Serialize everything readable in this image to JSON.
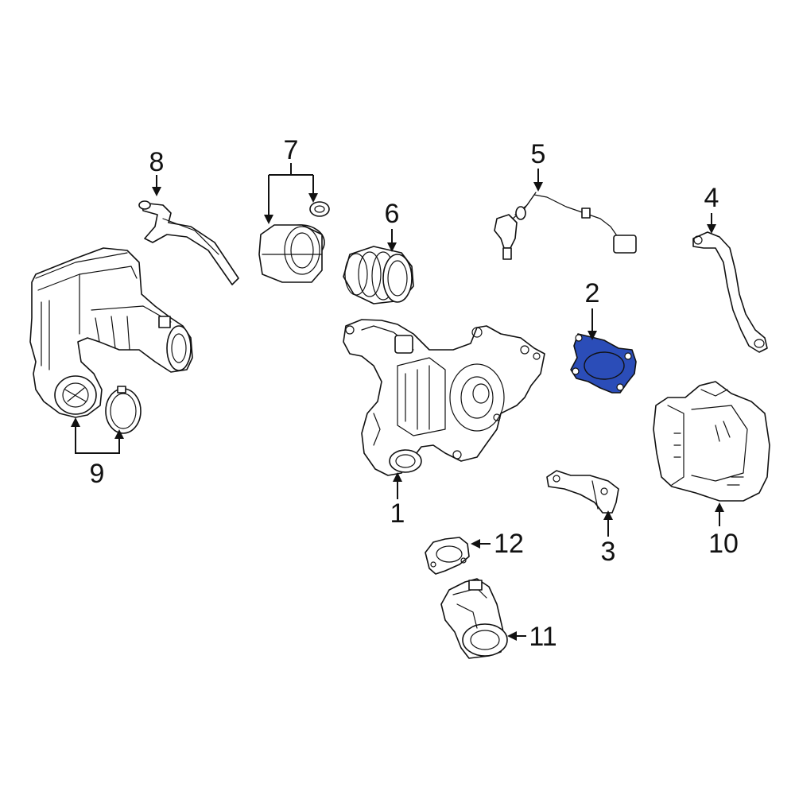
{
  "diagram": {
    "highlight_color": "#2b4db8",
    "outline_color": "#111111",
    "background_color": "#ffffff",
    "highlighted_part": "2",
    "callouts": [
      {
        "id": "c1",
        "label": "1"
      },
      {
        "id": "c2",
        "label": "2"
      },
      {
        "id": "c3",
        "label": "3"
      },
      {
        "id": "c4",
        "label": "4"
      },
      {
        "id": "c5",
        "label": "5"
      },
      {
        "id": "c6",
        "label": "6"
      },
      {
        "id": "c7",
        "label": "7"
      },
      {
        "id": "c8",
        "label": "8"
      },
      {
        "id": "c9",
        "label": "9"
      },
      {
        "id": "c10",
        "label": "10"
      },
      {
        "id": "c11",
        "label": "11"
      },
      {
        "id": "c12",
        "label": "12"
      }
    ]
  }
}
